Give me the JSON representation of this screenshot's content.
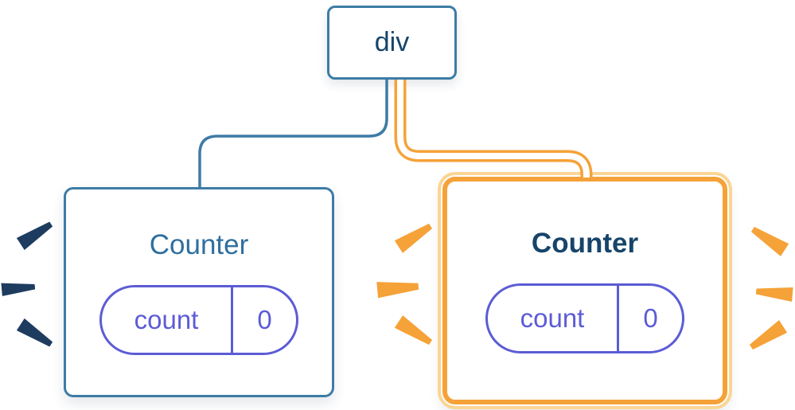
{
  "colors": {
    "blue": "#3D7CA6",
    "navy": "#17446A",
    "left-title": "#2E6F9F",
    "purple": "#5C5CD6",
    "orange": "#F5A239",
    "orange-light": "#FAD594",
    "burst-navy": "#1E3C5F",
    "bg": "#FFFFFF"
  },
  "tree": {
    "root": {
      "label": "div"
    },
    "left": {
      "title": "Counter",
      "state_key": "count",
      "state_value": "0",
      "highlighted": false
    },
    "right": {
      "title": "Counter",
      "state_key": "count",
      "state_value": "0",
      "highlighted": true
    }
  }
}
